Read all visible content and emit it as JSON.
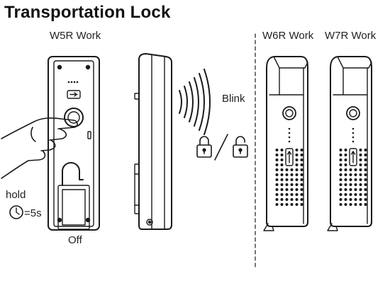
{
  "title": "Transportation Lock",
  "labels": {
    "w5r": "W5R Work",
    "w6r": "W6R Work",
    "w7r": "W7R Work",
    "blink": "Blink",
    "hold": "hold",
    "duration": "=5s",
    "off": "Off"
  },
  "icons": [
    "hand-icon",
    "clock-icon",
    "lock-closed-icon",
    "lock-open-icon",
    "signal-waves-icon",
    "fingerprint-button-icon",
    "usb-port-icon",
    "hook-icon"
  ],
  "colors": {
    "line": "#1a1a1a",
    "background": "#ffffff"
  }
}
